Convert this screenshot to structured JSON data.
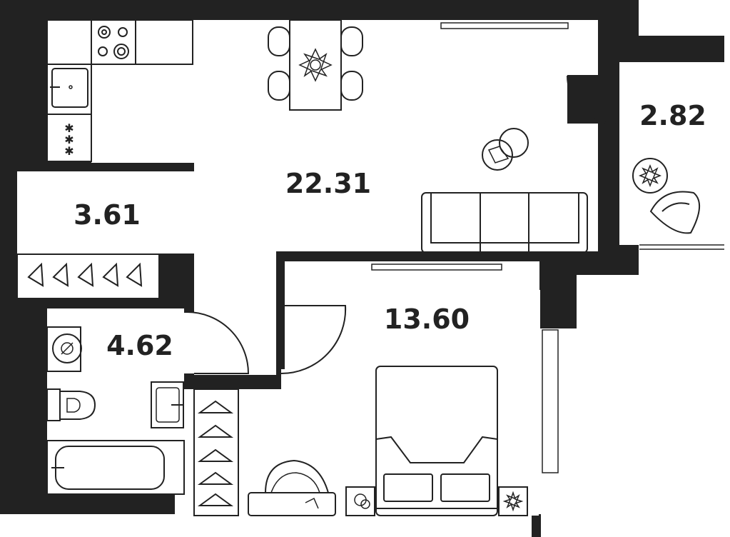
{
  "floor_plan": {
    "rooms": [
      {
        "id": "living-kitchen",
        "area": "22.31"
      },
      {
        "id": "balcony",
        "area": "2.82"
      },
      {
        "id": "hallway",
        "area": "3.61"
      },
      {
        "id": "bedroom",
        "area": "13.60"
      },
      {
        "id": "bathroom",
        "area": "4.62"
      }
    ],
    "colors": {
      "wall": "#222222",
      "floor": "#ffffff",
      "line": "#222222"
    }
  }
}
